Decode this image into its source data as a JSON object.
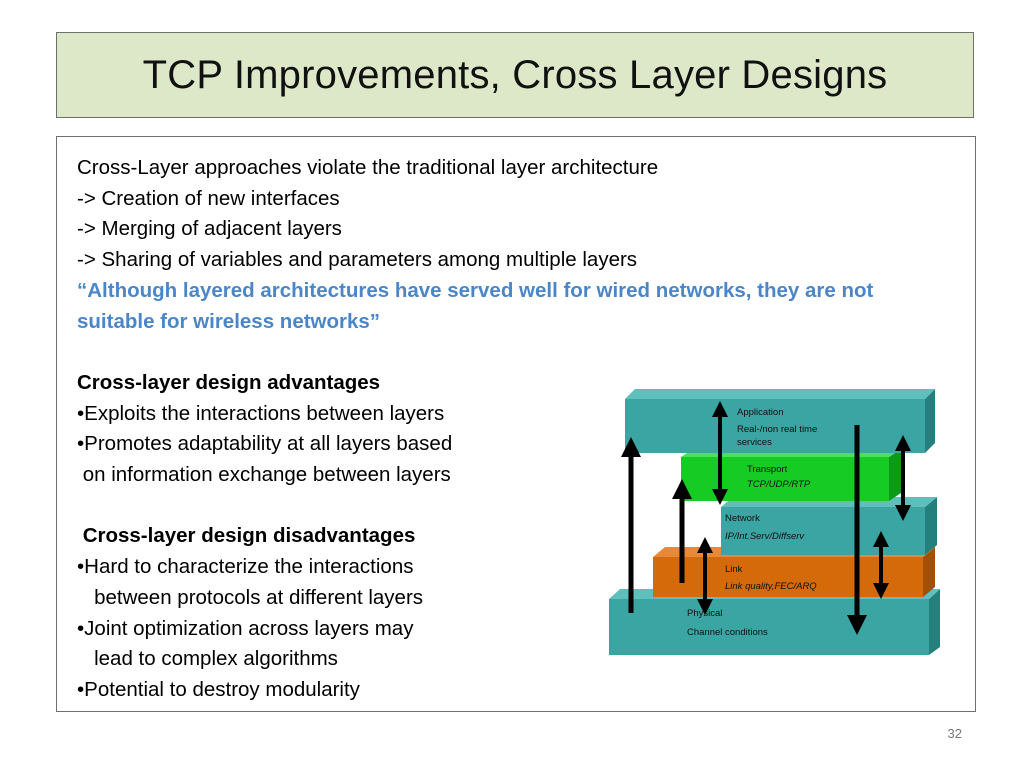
{
  "slide": {
    "title": "TCP Improvements, Cross Layer Designs",
    "page_number": "32",
    "lines": [
      "Cross-Layer approaches violate the traditional layer architecture",
      "-> Creation of new interfaces",
      "-> Merging of adjacent layers",
      "-> Sharing of variables and parameters among multiple layers"
    ],
    "quote": "“Although layered architectures have served well for wired networks, they are not suitable for wireless networks”",
    "advantages": {
      "heading": "Cross-layer design advantages",
      "lines": [
        "•Exploits the interactions between layers",
        "•Promotes adaptability at all layers based",
        " on information exchange between layers"
      ]
    },
    "disadvantages": {
      "heading": " Cross-layer design disadvantages",
      "lines": [
        "•Hard to characterize the interactions",
        "   between protocols at different layers",
        "•Joint optimization across layers may",
        "   lead to complex algorithms",
        "•Potential to destroy modularity"
      ]
    }
  },
  "diagram": {
    "colors": {
      "teal": "#3aa5a2",
      "teal_side": "#23807d",
      "green": "#16cc24",
      "green_side": "#0d9a18",
      "orange": "#d46a0a",
      "orange_side": "#a34f06",
      "arrow": "#000000"
    },
    "layers": [
      {
        "name": "Application",
        "sub": "Real-/non real time",
        "sub2": "services"
      },
      {
        "name": "Transport",
        "sub": "TCP/UDP/RTP"
      },
      {
        "name": "Network",
        "sub": "IP/Int.Serv/Diffserv"
      },
      {
        "name": "Link",
        "sub": "Link quality,FEC/ARQ"
      },
      {
        "name": "Physical",
        "sub": "Channel conditions"
      }
    ]
  }
}
